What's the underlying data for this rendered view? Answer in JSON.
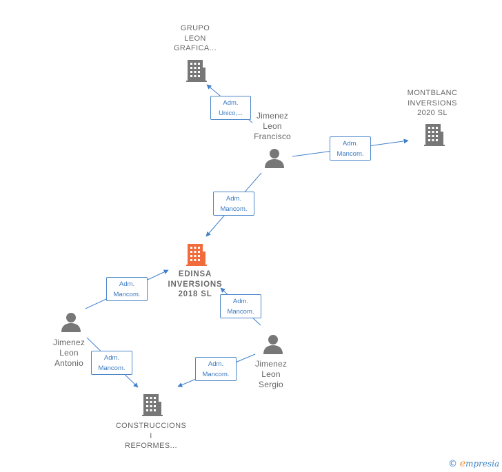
{
  "colors": {
    "edge": "#3f7fcc",
    "building": "#777777",
    "building_focus": "#f26b3a",
    "person": "#777777"
  },
  "nodes": {
    "grupo": {
      "lines": [
        "GRUPO",
        "LEON",
        "GRAFICA..."
      ]
    },
    "montblanc": {
      "lines": [
        "MONTBLANC",
        "INVERSIONS",
        "2020  SL"
      ]
    },
    "edinsa": {
      "lines": [
        "EDINSA",
        "INVERSIONS",
        "2018  SL"
      ]
    },
    "construcciones": {
      "lines": [
        "CONSTRUCCIONS",
        "I",
        "REFORMES..."
      ]
    },
    "francisco": {
      "lines": [
        "Jimenez",
        "Leon",
        "Francisco"
      ]
    },
    "antonio": {
      "lines": [
        "Jimenez",
        "Leon",
        "Antonio"
      ]
    },
    "sergio": {
      "lines": [
        "Jimenez",
        "Leon",
        "Sergio"
      ]
    }
  },
  "edges": [
    {
      "id": "francisco-grupo",
      "lines": [
        "Adm.",
        "Unico,..."
      ]
    },
    {
      "id": "francisco-montblanc",
      "lines": [
        "Adm.",
        "Mancom."
      ]
    },
    {
      "id": "francisco-edinsa",
      "lines": [
        "Adm.",
        "Mancom."
      ]
    },
    {
      "id": "antonio-edinsa",
      "lines": [
        "Adm.",
        "Mancom."
      ]
    },
    {
      "id": "sergio-edinsa",
      "lines": [
        "Adm.",
        "Mancom."
      ]
    },
    {
      "id": "antonio-construcciones",
      "lines": [
        "Adm.",
        "Mancom."
      ]
    },
    {
      "id": "sergio-construcciones",
      "lines": [
        "Adm.",
        "Mancom."
      ]
    }
  ],
  "watermark": {
    "copyright": "©",
    "brand_initial": "e",
    "brand_rest": "mpresia"
  }
}
